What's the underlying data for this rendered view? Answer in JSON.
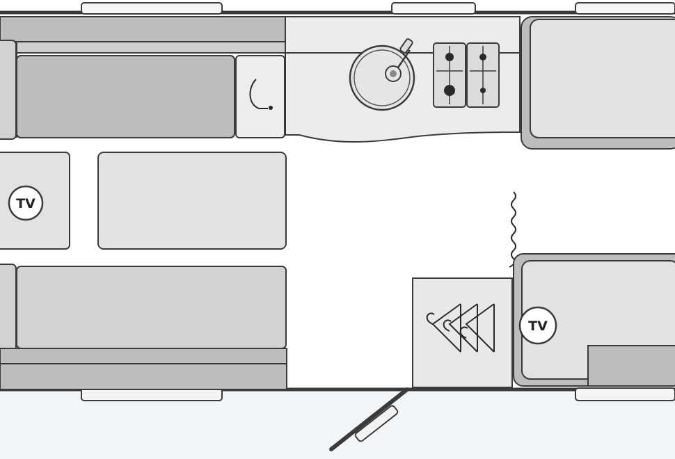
{
  "labels": {
    "tv_1": "TV",
    "tv_2": "TV"
  },
  "colors": {
    "outline": "#3a3a3a",
    "cushion_dark": "#bdbdbd",
    "cushion_light": "#e2e2e2",
    "worktop": "#ececec",
    "floor": "#ffffff",
    "window_glass": "#f4f4f4",
    "backdrop": "#f2f5f8"
  },
  "icons": {
    "sink": "round-sink-with-drainer",
    "hob": "four-burner-gas-hob",
    "tap": "curved-tap",
    "wardrobe": "clothes-hangers",
    "door": "hinged-entrance-door",
    "heater": "wavy-heater-symbol"
  }
}
